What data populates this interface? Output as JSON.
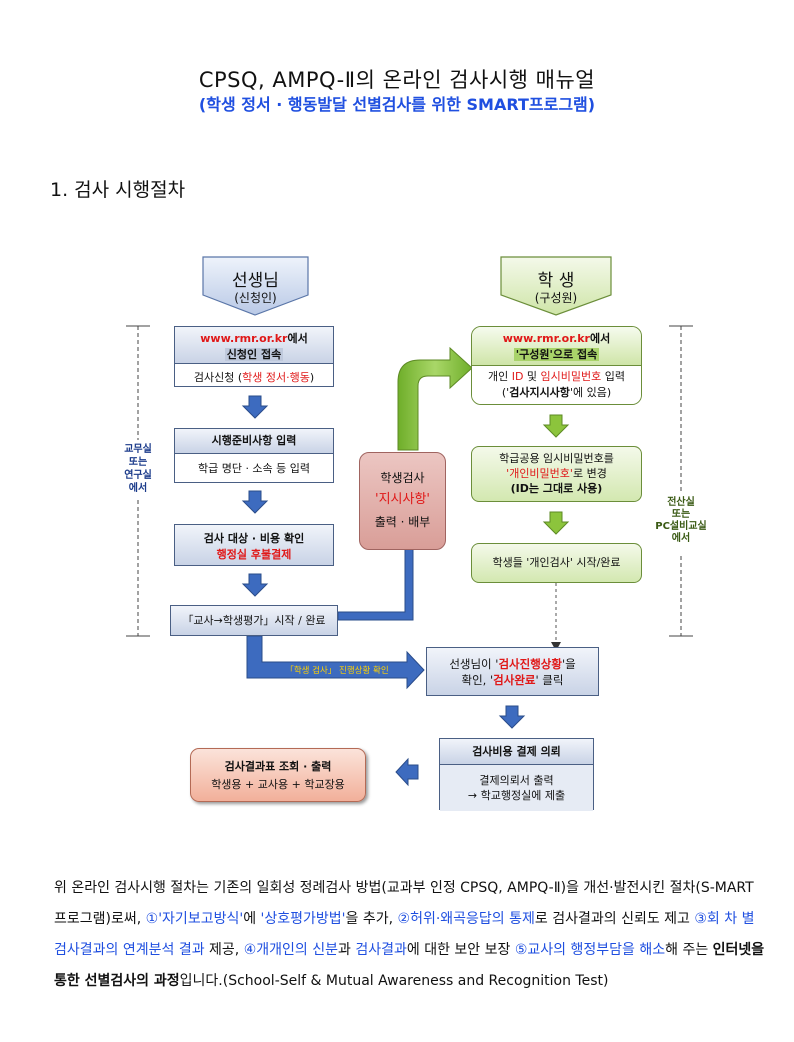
{
  "title": "CPSQ, AMPQ-Ⅱ의 온라인 검사시행 매뉴얼",
  "subtitle": "(학생 정서 · 행동발달 선별검사를 위한 SMART프로그램)",
  "section_title": "1. 검사 시행절차",
  "teacher": {
    "title": "선생님",
    "sub": "(신청인)"
  },
  "student": {
    "title": "학 생",
    "sub": "(구성원)"
  },
  "left_side_label": [
    "교무실",
    "또는",
    "연구실",
    "에서"
  ],
  "right_side_label": [
    "전산실",
    "또는",
    "PC설비교실",
    "에서"
  ],
  "t_box1": {
    "url": "www.rmr.or.kr",
    "url_suffix": "에서",
    "access": "신청인 접속",
    "apply": "검사신청 (",
    "apply_red": "학생 정서·행동",
    "apply_end": ")"
  },
  "t_box2": {
    "head": "시행준비사항 입력",
    "body": "학급 명단 · 소속 등 입력"
  },
  "t_box3": {
    "head": "검사 대상 · 비용 확인",
    "red": "행정실 후불결제"
  },
  "t_box4": {
    "text": "「교사→학생평가」시작 / 완료"
  },
  "center_box": {
    "line1": "학생검사",
    "line2": "'지시사항'",
    "line3": "출력 · 배부"
  },
  "s_box1": {
    "url": "www.rmr.or.kr",
    "url_suffix": "에서",
    "access": "'구성원'으로 접속",
    "l1a": "개인 ",
    "l1id": "ID",
    "l1b": " 및 ",
    "l1pw": "임시비밀번호",
    "l1c": " 입력",
    "l2a": "('",
    "l2b": "검사지시사항",
    "l2c": "'에 있음)"
  },
  "s_box2": {
    "l1": "학급공용 임시비밀번호를",
    "l2red": "'개인비밀번호'",
    "l2b": "로 변경",
    "l3": "(ID는 그대로 사용)"
  },
  "s_box3": {
    "text": "학생들 '개인검사' 시작/완료"
  },
  "progress_label": "「학생 검사」 진행상황 확인",
  "confirm_box": {
    "l1a": "선생님이 '",
    "l1red": "검사진행상황",
    "l1b": "'을",
    "l2a": "확인, '",
    "l2red": "검사완료",
    "l2b": "' 클릭"
  },
  "payment_box": {
    "head": "검사비용 결제 의뢰",
    "l1": "결제의뢰서 출력",
    "l2": "→ 학교행정실에 제출"
  },
  "result_box": {
    "head": "검사결과표 조회 · 출력",
    "body": "학생용 + 교사용 + 학교장용"
  },
  "paragraph": {
    "p1": "   위 온라인 검사시행 절차는 기존의 일회성 정례검사 방법(교과부 인정 CPSQ, AMPQ-Ⅱ)을 개선·발전시킨 절차(S-MART프로그램)로써, ",
    "p2": "①'자기보고방식'",
    "p3": "에 ",
    "p4": "'상호평가방법'",
    "p5": "을 추가,  ",
    "p6": "②허위·왜곡응답의 통제",
    "p7": "로 검사결과의 신뢰도 제고  ",
    "p8": "③회 차 별 검사결과의 연계분석 결과",
    "p9": " 제공, ",
    "p10": "④개개인의 신분",
    "p11": "과 ",
    "p12": "검사결과",
    "p13": "에 대한 보안 보장 ",
    "p14": "⑤교사의 행정부담을 해소",
    "p15": "해 주는 ",
    "p16": "인터넷을 통한 선별검사의 과정",
    "p17": "입니다.(School-Self & Mutual Awareness and Recognition Test)"
  },
  "colors": {
    "blue_text": "#1f4fe0",
    "red_text": "#e01818",
    "green_box": "#d6e9b8",
    "green_border": "#6b8e3a",
    "arrow_blue": "#3d6bbf",
    "arrow_green": "#8cc43c",
    "center_pink": "#e3b2ae",
    "result_pink": "#f2b09a"
  }
}
